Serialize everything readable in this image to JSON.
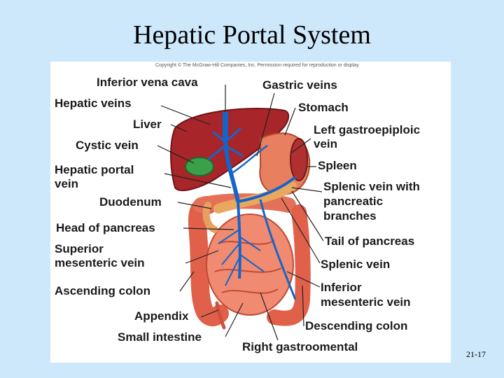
{
  "slide": {
    "title": "Hepatic Portal System",
    "copyright": "Copyright © The McGraw-Hill Companies, Inc. Permission required for reproduction or display.",
    "page_number": "21-17"
  },
  "labels": {
    "inferior_vena_cava": "Inferior vena cava",
    "hepatic_veins": "Hepatic veins",
    "liver": "Liver",
    "cystic_vein": "Cystic vein",
    "hepatic_portal_vein_1": "Hepatic portal",
    "hepatic_portal_vein_2": "vein",
    "duodenum": "Duodenum",
    "head_of_pancreas": "Head of pancreas",
    "superior_mesenteric_vein_1": "Superior",
    "superior_mesenteric_vein_2": "mesenteric vein",
    "ascending_colon": "Ascending colon",
    "appendix": "Appendix",
    "small_intestine": "Small intestine",
    "gastric_veins": "Gastric veins",
    "stomach": "Stomach",
    "left_gastroepiploic_vein_1": "Left gastroepiploic",
    "left_gastroepiploic_vein_2": "vein",
    "spleen": "Spleen",
    "splenic_vein_pancreatic_1": "Splenic vein with",
    "splenic_vein_pancreatic_2": "pancreatic",
    "splenic_vein_pancreatic_3": "branches",
    "tail_of_pancreas": "Tail of pancreas",
    "splenic_vein": "Splenic vein",
    "inferior_mesenteric_vein_1": "Inferior",
    "inferior_mesenteric_vein_2": "mesenteric vein",
    "descending_colon": "Descending colon",
    "right_gastroomental": "Right gastroomental"
  },
  "colors": {
    "background": "#cde8fb",
    "liver": "#a8252a",
    "gallbladder": "#3aa04a",
    "vein": "#1565c8",
    "intestine": "#e0604a",
    "pancreas": "#e8a860",
    "stomach": "#e88060"
  }
}
